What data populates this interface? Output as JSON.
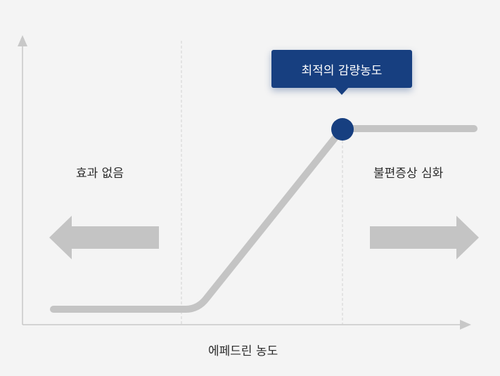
{
  "diagram": {
    "left_region_label": "효과 없음",
    "right_region_label": "불편증상 심화",
    "x_axis_label": "에페드린 농도",
    "optimal_point_label": "최적의 감량농도"
  },
  "colors": {
    "background": "#f4f4f4",
    "curve": "#c4c4c4",
    "arrows": "#c4c4c4",
    "axis": "#c8c8c8",
    "dashed_divider": "#d2d2d2",
    "point": "#173f80",
    "callout": "#173f80",
    "text": "#2b2b2b"
  }
}
